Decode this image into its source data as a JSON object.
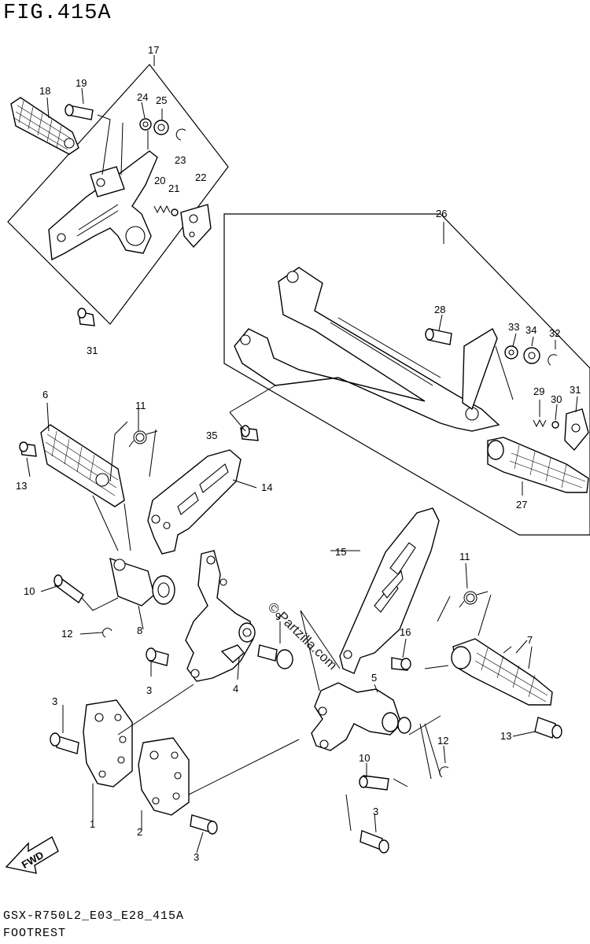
{
  "header": {
    "figure_title": "FIG.415A"
  },
  "footer": {
    "model_code": "GSX-R750L2_E03_E28_415A",
    "section_name": "FOOTREST"
  },
  "watermark": {
    "text": "© Partzilla.com"
  },
  "fwd_arrow": {
    "label": "FWD"
  },
  "callouts": {
    "c1": "1",
    "c2": "2",
    "c3a": "3",
    "c3b": "3",
    "c3c": "3",
    "c3d": "3",
    "c4": "4",
    "c5": "5",
    "c6": "6",
    "c7": "7",
    "c8": "8",
    "c9": "9",
    "c10a": "10",
    "c10b": "10",
    "c11a": "11",
    "c11b": "11",
    "c12a": "12",
    "c12b": "12",
    "c13a": "13",
    "c13b": "13",
    "c14": "14",
    "c15": "15",
    "c16": "16",
    "c17": "17",
    "c18": "18",
    "c19": "19",
    "c20": "20",
    "c21": "21",
    "c22": "22",
    "c23": "23",
    "c24": "24",
    "c25": "25",
    "c26": "26",
    "c27": "27",
    "c28": "28",
    "c29": "29",
    "c30": "30",
    "c31a": "31",
    "c31b": "31",
    "c32": "32",
    "c33": "33",
    "c34": "34",
    "c35": "35"
  }
}
